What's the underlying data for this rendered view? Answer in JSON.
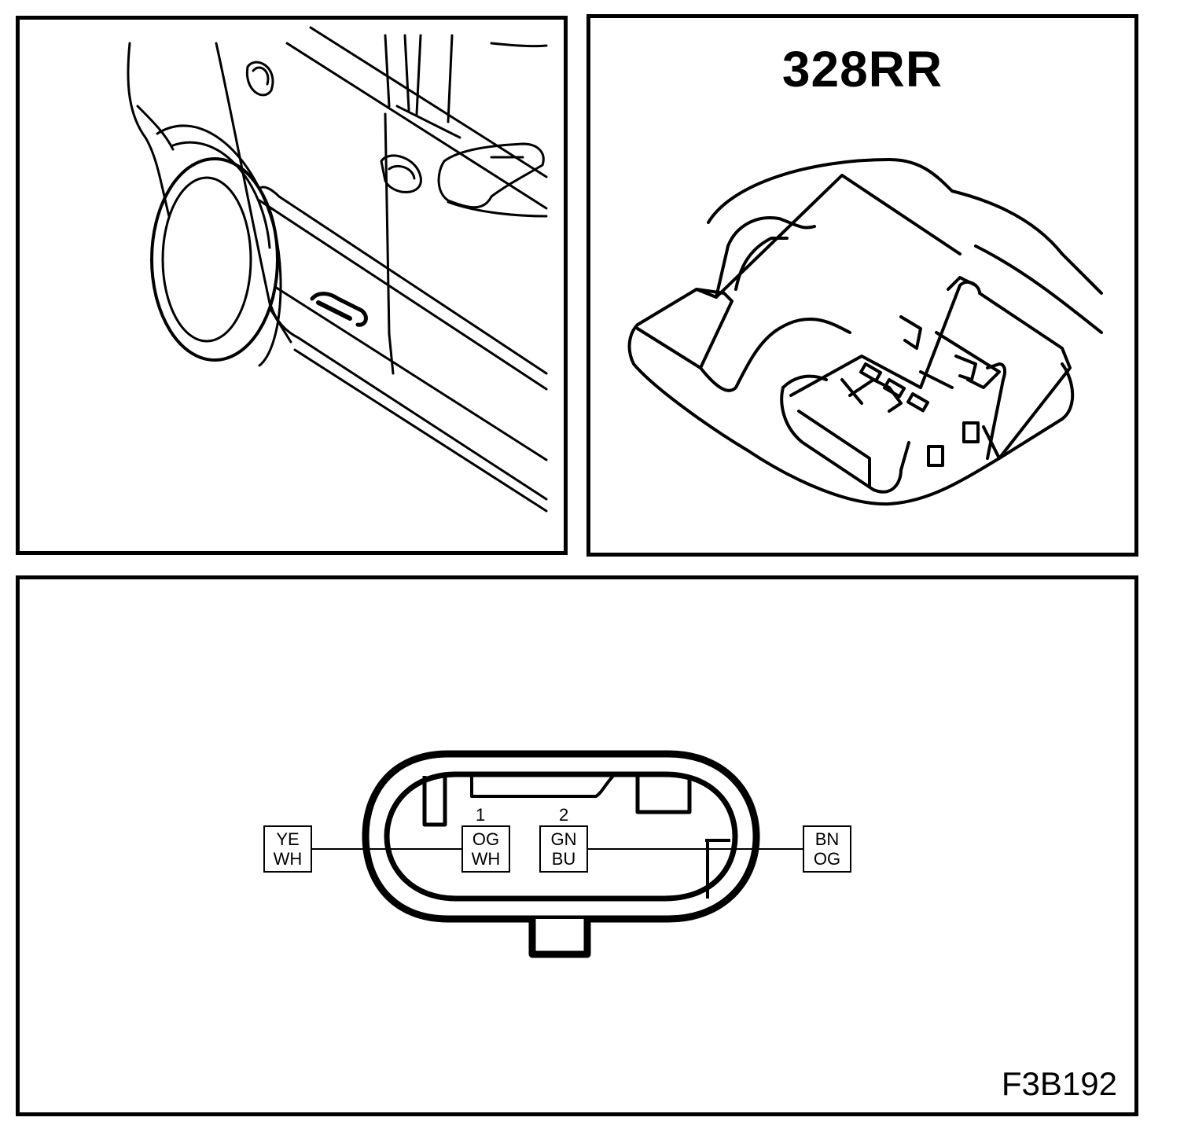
{
  "connector": {
    "id": "328RR",
    "pins": [
      {
        "number": "1",
        "color_top": "OG",
        "color_bottom": "WH"
      },
      {
        "number": "2",
        "color_top": "GN",
        "color_bottom": "BU"
      }
    ]
  },
  "wires": {
    "left": {
      "color_top": "YE",
      "color_bottom": "WH"
    },
    "right": {
      "color_top": "BN",
      "color_bottom": "OG"
    }
  },
  "figure_code": "F3B192"
}
